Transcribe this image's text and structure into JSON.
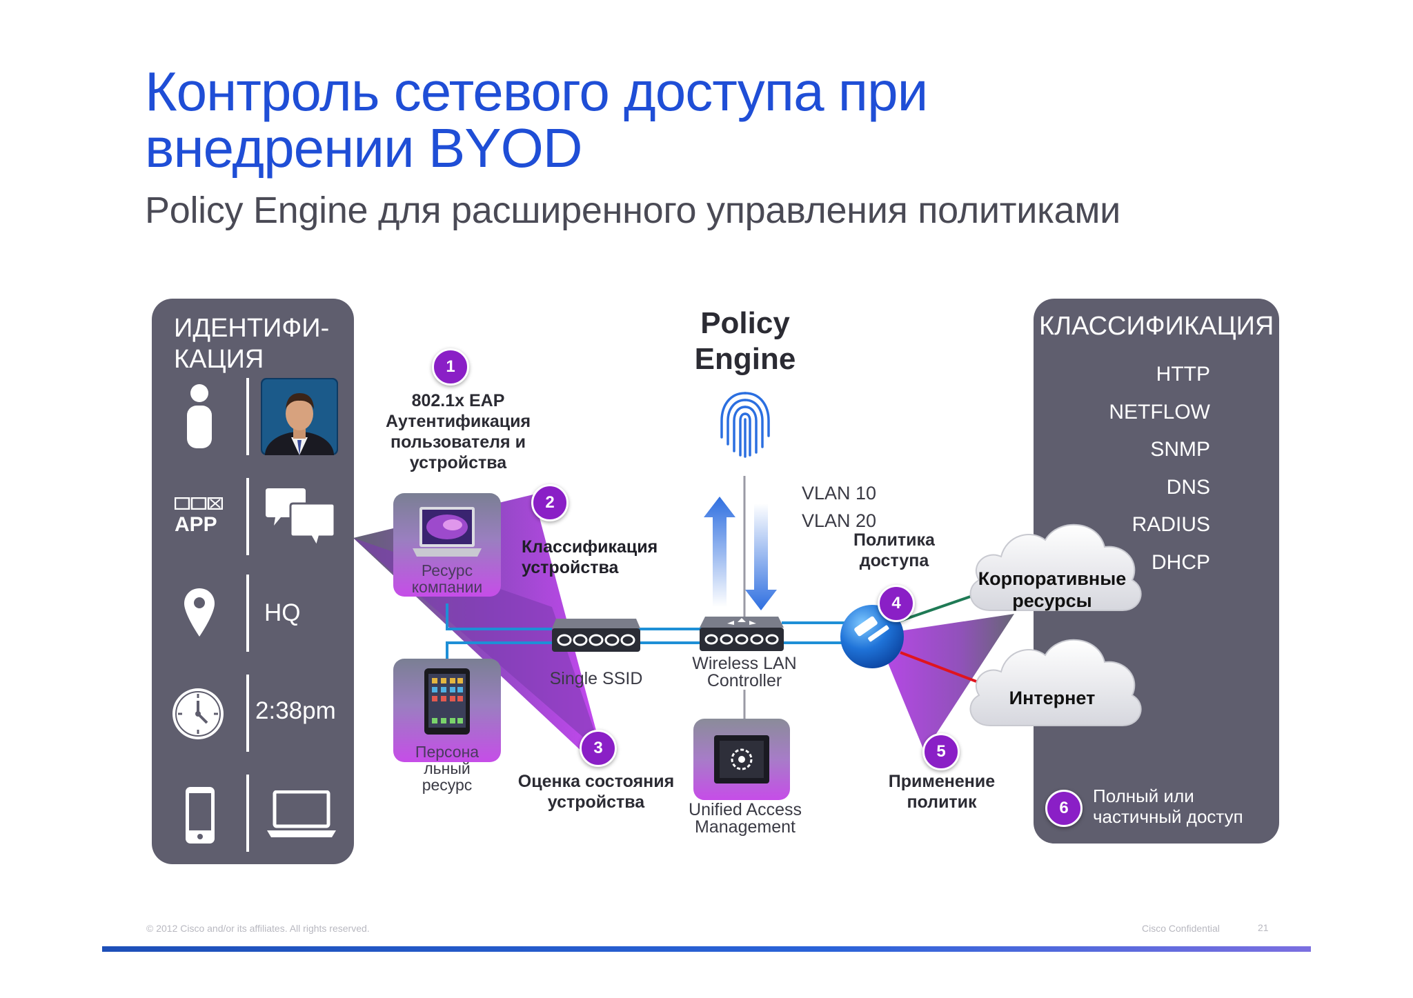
{
  "title": {
    "line1": "Контроль сетевого доступа при",
    "line2": "внедрении BYOD"
  },
  "subtitle": "Policy Engine для расширенного управления политиками",
  "identification": {
    "heading_line1": "ИДЕНТИФИ-",
    "heading_line2": "КАЦИЯ",
    "app_label": "APP",
    "location": "HQ",
    "time": "2:38pm"
  },
  "policy_engine": {
    "line1": "Policy",
    "line2": "Engine"
  },
  "vlans": [
    "VLAN 10",
    "VLAN 20"
  ],
  "steps": [
    {
      "number": "1",
      "label_lines": [
        "802.1x EAP",
        "Аутентификация",
        "пользователя и",
        "устройства"
      ]
    },
    {
      "number": "2",
      "label_lines": [
        "Классификация",
        "устройства"
      ]
    },
    {
      "number": "3",
      "label_lines": [
        "Оценка состояния",
        "устройства"
      ]
    },
    {
      "number": "4",
      "label_lines": [
        "Политика",
        "доступа"
      ]
    },
    {
      "number": "5",
      "label_lines": [
        "Применение",
        "политик"
      ]
    },
    {
      "number": "6",
      "label_lines": [
        "Полный или",
        "частичный доступ"
      ]
    }
  ],
  "devices": {
    "company_resource": [
      "Ресурс",
      "компании"
    ],
    "personal_resource": [
      "Персона",
      "льный",
      "ресурс"
    ]
  },
  "network": {
    "single_ssid": "Single SSID",
    "wlc": [
      "Wireless LAN",
      "Controller"
    ],
    "uam": [
      "Unified Access",
      "Management"
    ]
  },
  "clouds": {
    "corporate": [
      "Корпоративные",
      "ресурсы"
    ],
    "internet": "Интернет"
  },
  "classification": {
    "heading": "КЛАССИФИКАЦИЯ",
    "items": [
      "HTTP",
      "NETFLOW",
      "SNMP",
      "DNS",
      "RADIUS",
      "DHCP"
    ]
  },
  "footer": {
    "copyright": "© 2012 Cisco and/or its affiliates. All rights reserved.",
    "confidential": "Cisco Confidential",
    "page_number": "21"
  },
  "colors": {
    "title_blue": "#1f4ed6",
    "panel_gray": "#5f5e6e",
    "purple": "#8a1fc6",
    "magenta": "#b51ee0",
    "link_blue": "#1e8fd6",
    "link_green": "#1f7a55",
    "link_red": "#e0141e"
  }
}
